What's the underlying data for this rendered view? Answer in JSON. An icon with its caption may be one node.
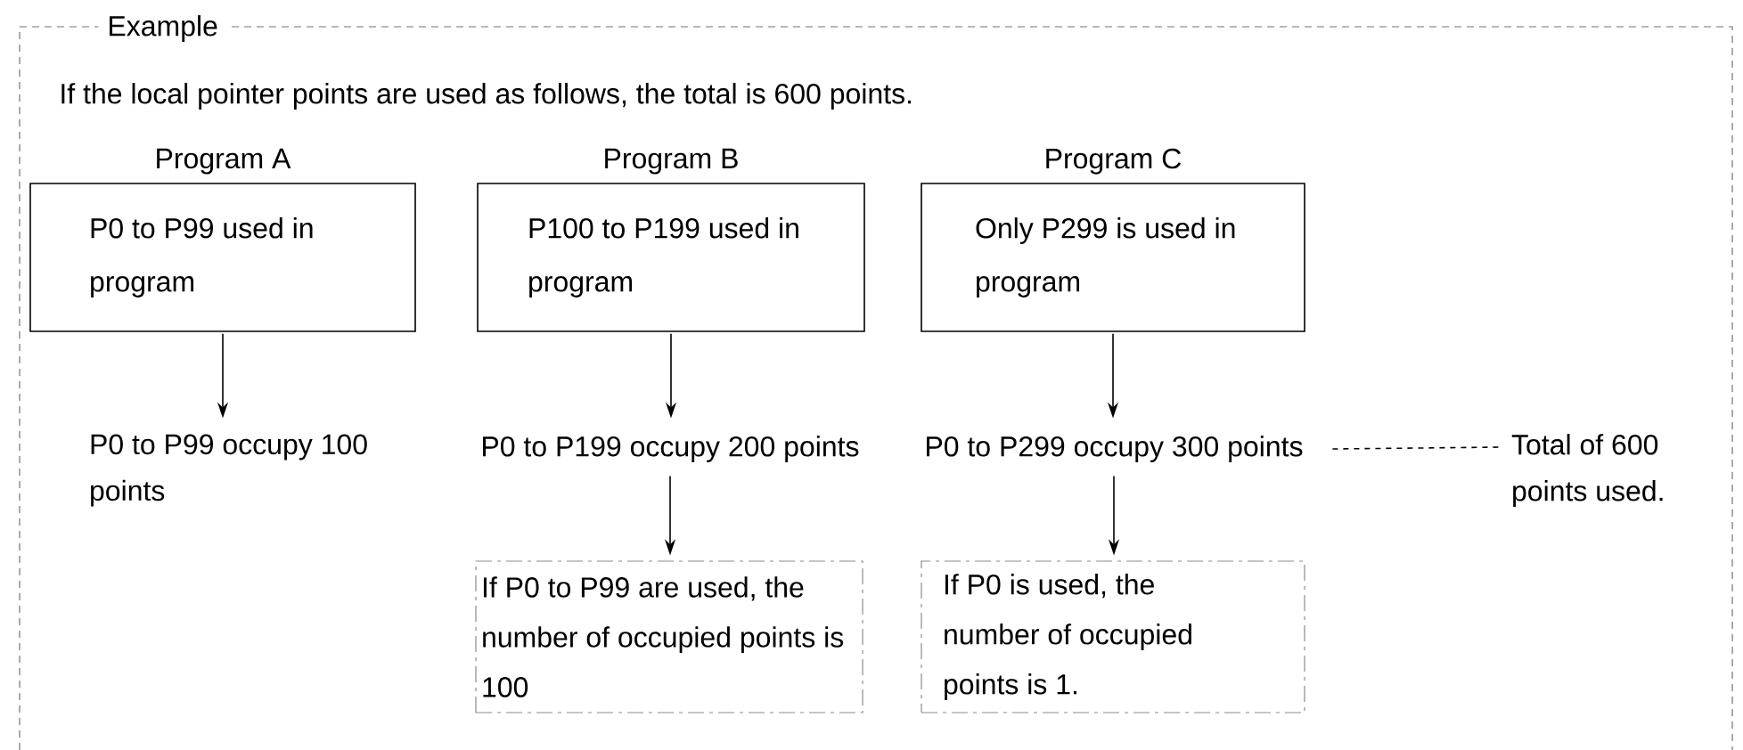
{
  "diagram": {
    "nodes": [
      {
        "text": [
          "Example"
        ]
      },
      {
        "text": [
          "P0 to P99 used in program"
        ],
        "beside": [
          "Program A"
        ],
        "in": 0
      },
      {
        "text": [
          "P100 to P199 used in program"
        ],
        "beside": [
          "Program B"
        ],
        "in": 0
      },
      {
        "text": [
          "Only P299 is used in program"
        ],
        "beside": [
          "Program C"
        ],
        "in": 0
      },
      {
        "text": [
          "P0 to P99 occupy 100 points"
        ],
        "in": 0
      },
      {
        "text": [
          "P0 to P199 occupy 200 points"
        ],
        "in": 0
      },
      {
        "text": [
          "P0 to P299 occupy 300 points"
        ],
        "in": 0
      },
      {
        "text": [
          "If P0 to P99 are used, the number of occupied points is 100"
        ],
        "in": 0
      },
      {
        "text": [
          "If P0 is used, the number of occupied points is 1."
        ],
        "in": 0
      },
      {
        "text": [
          "Total of 600 points used."
        ],
        "in": 0
      }
    ],
    "edges": [
      {
        "from": 1,
        "to": 4,
        "arrow": "to"
      },
      {
        "from": 2,
        "to": 5,
        "arrow": "to"
      },
      {
        "from": 3,
        "to": 6,
        "arrow": "to"
      },
      {
        "from": 5,
        "to": 7,
        "arrow": "to"
      },
      {
        "from": 6,
        "to": 8,
        "arrow": "to"
      },
      {
        "from": 6,
        "to": 9,
        "arrow": "none",
        "style": "dashed"
      }
    ],
    "labels": [
      "If the local pointer points are used as follows, the total is 600 points."
    ]
  }
}
